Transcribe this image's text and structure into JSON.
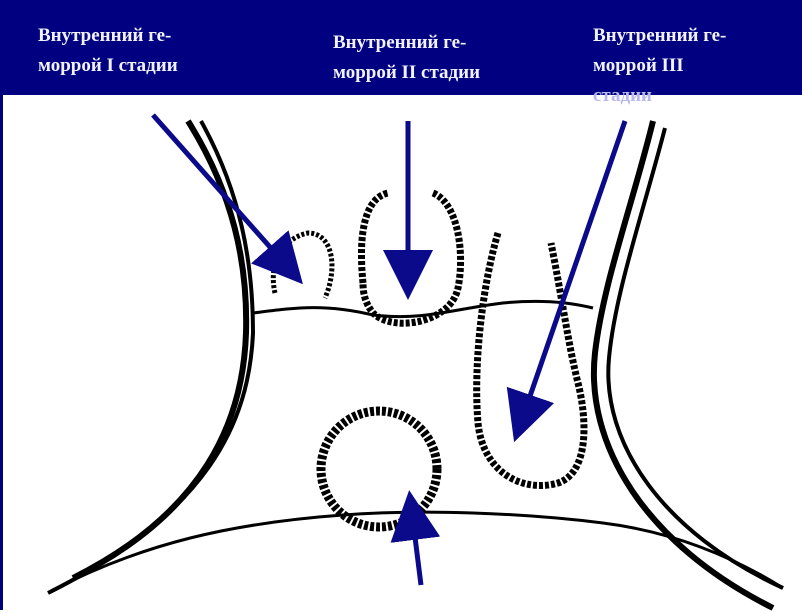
{
  "header": {
    "labels": [
      {
        "line1": "Внутренний ге-",
        "line2": "моррой I стадии",
        "line3": ""
      },
      {
        "line1": "Внутренний ге-",
        "line2": "моррой  II стадии",
        "line3": ""
      },
      {
        "line1": "Внутренний ге-",
        "line2": "моррой III",
        "line3": "стадии"
      }
    ]
  },
  "colors": {
    "header_background": "#000080",
    "header_text": "#f2f2ff",
    "arrow": "#0a0a8a",
    "outline": "#000000"
  }
}
